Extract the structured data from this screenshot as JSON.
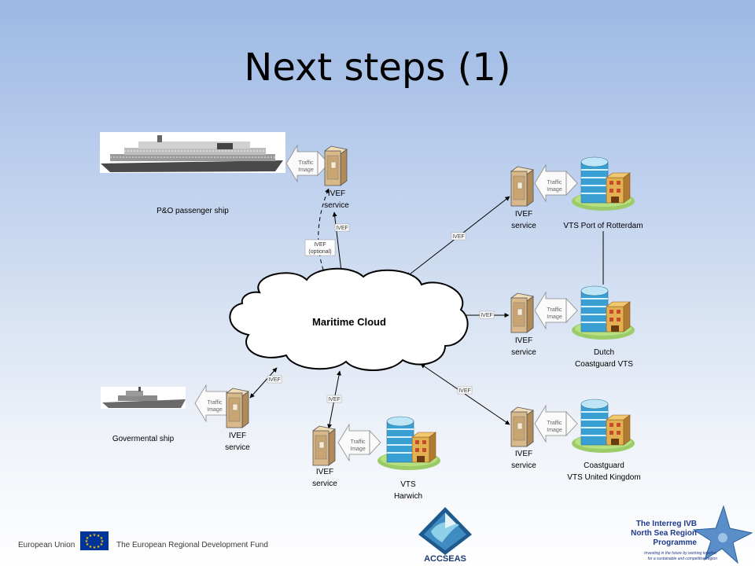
{
  "slide": {
    "title": "Next steps (1)"
  },
  "cloud": {
    "label": "Maritime Cloud"
  },
  "nodes": {
    "po_ship": {
      "label": "P&O passenger ship"
    },
    "gov_ship": {
      "label": "Govermental ship"
    },
    "vts_rotterdam": {
      "label": "VTS Port of Rotterdam"
    },
    "dutch_vts": {
      "line1": "Dutch",
      "line2": "Coastguard VTS"
    },
    "uk_vts": {
      "line1": "Coastguard",
      "line2": "VTS United Kingdom"
    },
    "vts_harwich": {
      "line1": "VTS",
      "line2": "Harwich"
    }
  },
  "ivef_service": {
    "line1": "IVEF",
    "line2": "service"
  },
  "traffic_image": {
    "line1": "Traffic",
    "line2": "Image"
  },
  "links": {
    "ivef": "IVEF",
    "ivef_optional_line1": "IVEF",
    "ivef_optional_line2": "(optional)"
  },
  "footer": {
    "eu": "European Union",
    "erdf": "The European Regional Development Fund",
    "accseas": "ACCSEAS",
    "interreg_line1": "The Interreg IVB",
    "interreg_line2": "North Sea Region",
    "interreg_line3": "Programme",
    "interreg_tag1": "Investing in the future by working together",
    "interreg_tag2": "for a sustainable and competitive region"
  },
  "colors": {
    "eu_blue": "#003399",
    "eu_star": "#ffcc00",
    "interreg_blue": "#1f3a8a",
    "cloud_fill": "#ffffff",
    "server": "#d9b98a",
    "building_blue": "#3aa0d4"
  }
}
